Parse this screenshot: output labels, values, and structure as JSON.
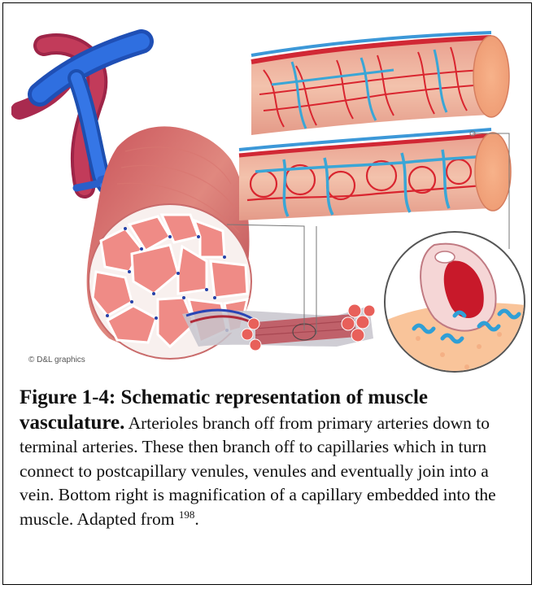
{
  "figure": {
    "credit": "© D&L graphics"
  },
  "caption": {
    "title": "Figure 1-4: Schematic representation of muscle vasculature.",
    "body": " Arterioles branch off from primary arteries down to terminal arteries. These then branch off to capillaries which in turn connect to postcapillary venules, venules and eventually join into a vein. Bottom right is magnification of a capillary embedded into the muscle. Adapted from ",
    "reference": "198",
    "end": "."
  },
  "colors": {
    "artery": "#b9304a",
    "vein": "#2a5fc9",
    "muscle": "#ef8b86",
    "fascicle": "#f4a7a1",
    "capillary_red": "#d9252f",
    "capillary_blue": "#3aa6d6",
    "tissue": "#f9c49a"
  }
}
